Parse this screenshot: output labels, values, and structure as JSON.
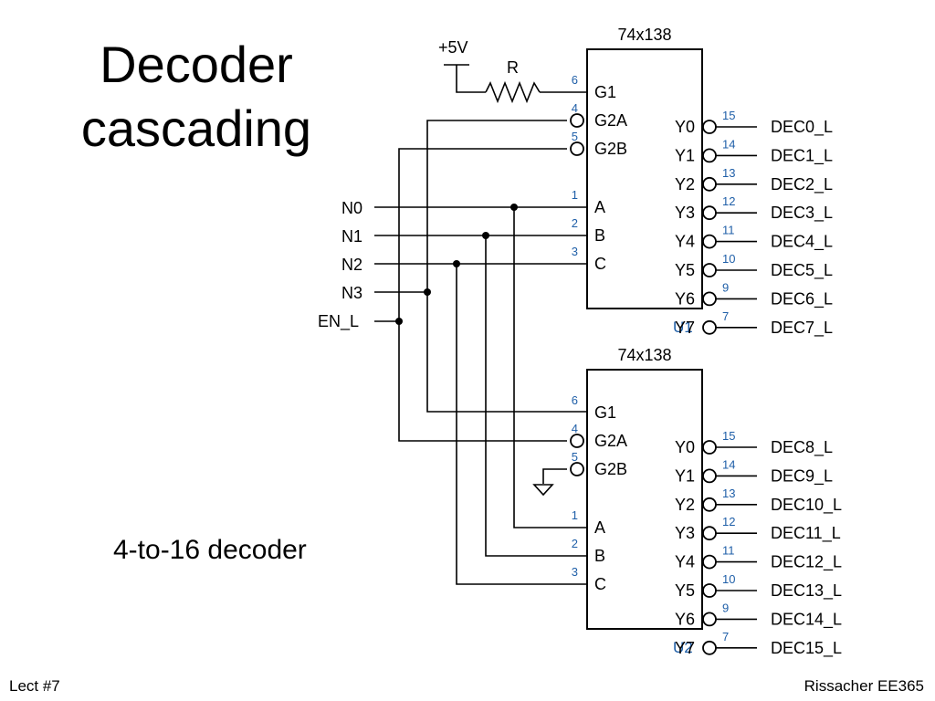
{
  "title_lines": [
    "Decoder",
    "cascading"
  ],
  "subtitle": "4-to-16 decoder",
  "footer": {
    "left": "Lect #7",
    "right": "Rissacher EE365"
  },
  "power": {
    "supply": "+5V",
    "resistor": "R"
  },
  "inputs": [
    "N0",
    "N1",
    "N2",
    "N3",
    "EN_L"
  ],
  "chips": [
    {
      "part": "74x138",
      "ref": "U1",
      "left_pins": [
        {
          "name": "G1",
          "num": "6",
          "bubble": false
        },
        {
          "name": "G2A",
          "num": "4",
          "bubble": true
        },
        {
          "name": "G2B",
          "num": "5",
          "bubble": true
        },
        {
          "name": "A",
          "num": "1",
          "bubble": false
        },
        {
          "name": "B",
          "num": "2",
          "bubble": false
        },
        {
          "name": "C",
          "num": "3",
          "bubble": false
        }
      ],
      "outputs": [
        {
          "name": "Y0",
          "num": "15",
          "signal": "DEC0_L"
        },
        {
          "name": "Y1",
          "num": "14",
          "signal": "DEC1_L"
        },
        {
          "name": "Y2",
          "num": "13",
          "signal": "DEC2_L"
        },
        {
          "name": "Y3",
          "num": "12",
          "signal": "DEC3_L"
        },
        {
          "name": "Y4",
          "num": "11",
          "signal": "DEC4_L"
        },
        {
          "name": "Y5",
          "num": "10",
          "signal": "DEC5_L"
        },
        {
          "name": "Y6",
          "num": "9",
          "signal": "DEC6_L"
        },
        {
          "name": "Y7",
          "num": "7",
          "signal": "DEC7_L"
        }
      ]
    },
    {
      "part": "74x138",
      "ref": "U2",
      "left_pins": [
        {
          "name": "G1",
          "num": "6",
          "bubble": false
        },
        {
          "name": "G2A",
          "num": "4",
          "bubble": true
        },
        {
          "name": "G2B",
          "num": "5",
          "bubble": true
        },
        {
          "name": "A",
          "num": "1",
          "bubble": false
        },
        {
          "name": "B",
          "num": "2",
          "bubble": false
        },
        {
          "name": "C",
          "num": "3",
          "bubble": false
        }
      ],
      "outputs": [
        {
          "name": "Y0",
          "num": "15",
          "signal": "DEC8_L"
        },
        {
          "name": "Y1",
          "num": "14",
          "signal": "DEC9_L"
        },
        {
          "name": "Y2",
          "num": "13",
          "signal": "DEC10_L"
        },
        {
          "name": "Y3",
          "num": "12",
          "signal": "DEC11_L"
        },
        {
          "name": "Y4",
          "num": "11",
          "signal": "DEC12_L"
        },
        {
          "name": "Y5",
          "num": "10",
          "signal": "DEC13_L"
        },
        {
          "name": "Y6",
          "num": "9",
          "signal": "DEC14_L"
        },
        {
          "name": "Y7",
          "num": "7",
          "signal": "DEC15_L"
        }
      ]
    }
  ]
}
